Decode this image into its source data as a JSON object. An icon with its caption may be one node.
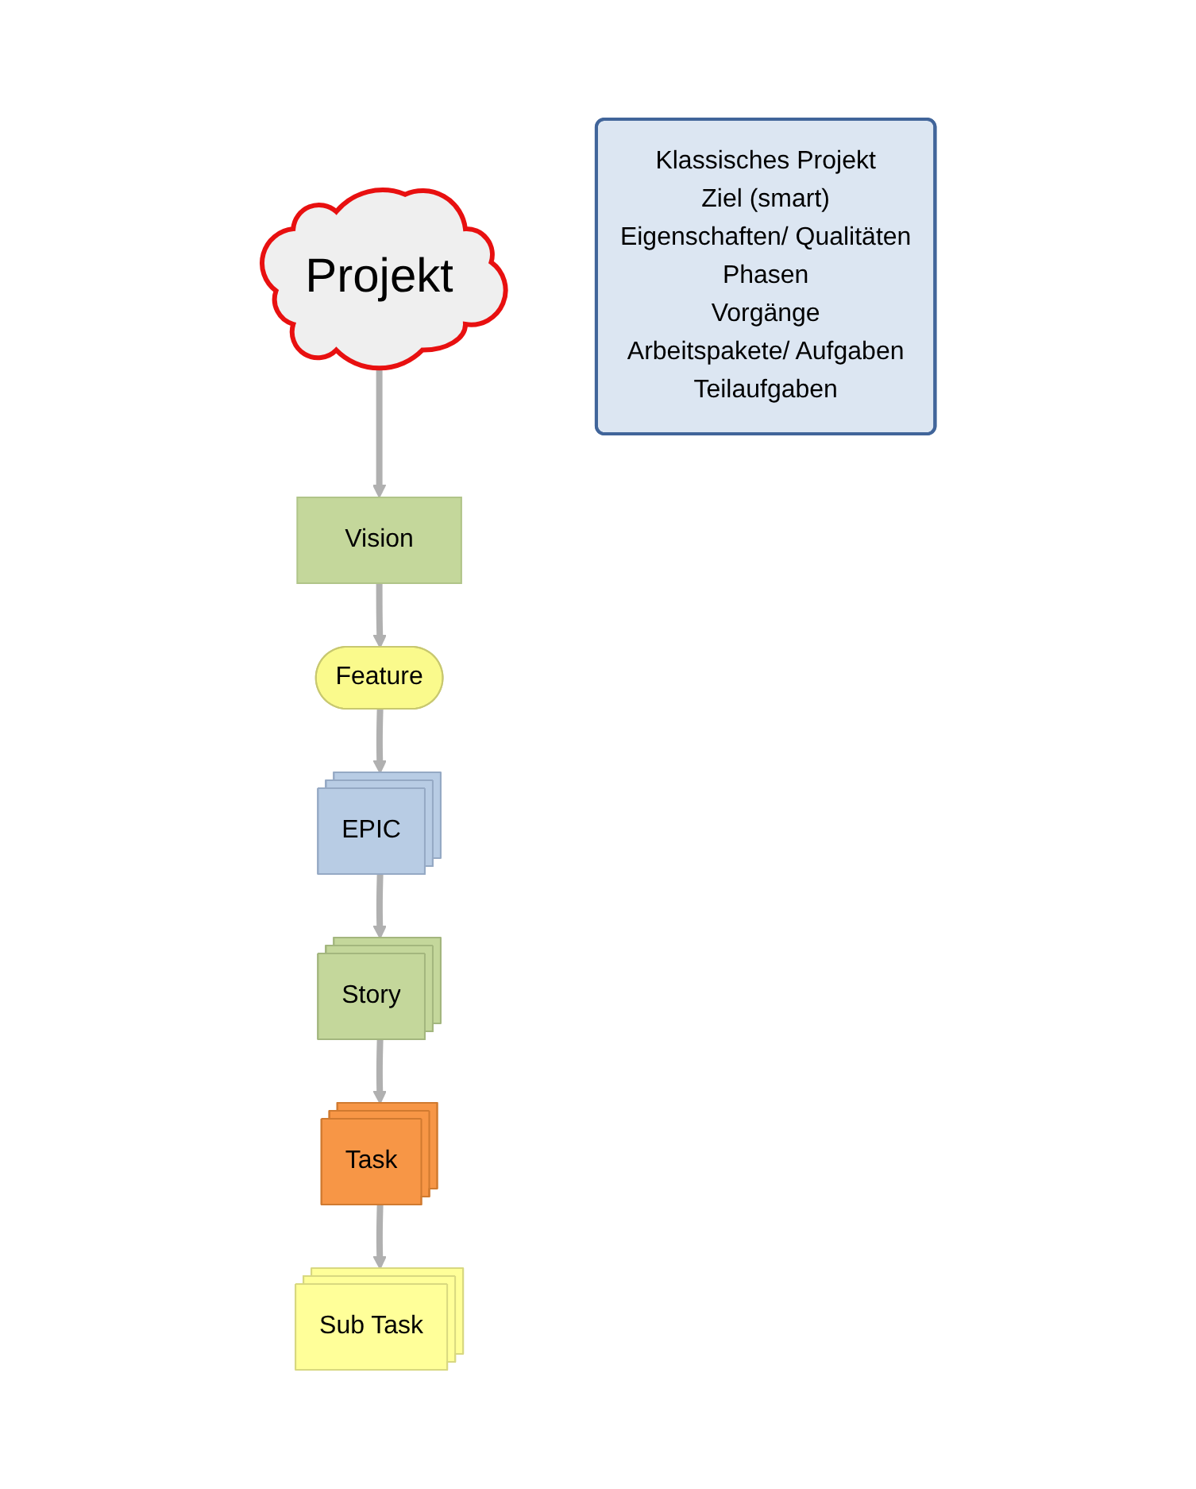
{
  "diagram": {
    "nodes": [
      {
        "text": [
          "Projekt"
        ]
      },
      {
        "text": [
          "Vision"
        ]
      },
      {
        "text": [
          "Feature"
        ]
      },
      {
        "text": [
          "EPIC"
        ]
      },
      {
        "text": [
          "Story"
        ]
      },
      {
        "text": [
          "Task"
        ]
      },
      {
        "text": [
          "Sub Task"
        ]
      },
      {
        "text": [
          "Klassisches Projekt",
          "Ziel (smart)",
          "Eigenschaften/ Qualitäten",
          "Phasen",
          "Vorgänge",
          "Arbeitspakete/ Aufgaben",
          "Teilaufgaben"
        ]
      }
    ],
    "edges": [
      {
        "from": 0,
        "to": 1,
        "arrow": "to"
      },
      {
        "from": 1,
        "to": 2,
        "arrow": "to"
      },
      {
        "from": 2,
        "to": 3,
        "arrow": "to"
      },
      {
        "from": 3,
        "to": 4,
        "arrow": "to"
      },
      {
        "from": 4,
        "to": 5,
        "arrow": "to"
      },
      {
        "from": 5,
        "to": 6,
        "arrow": "to"
      }
    ]
  }
}
